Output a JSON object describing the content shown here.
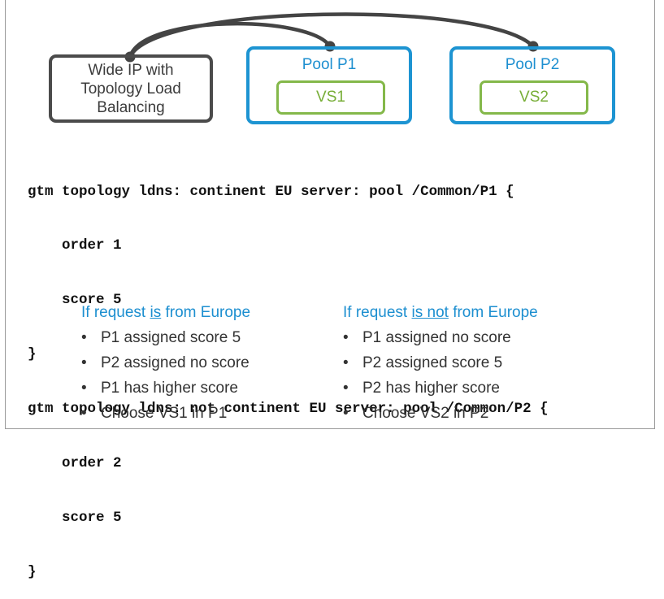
{
  "wide_ip": {
    "lines": [
      "Wide IP with",
      "Topology Load",
      "Balancing"
    ]
  },
  "pools": [
    {
      "title": "Pool P1",
      "vs": "VS1"
    },
    {
      "title": "Pool P2",
      "vs": "VS2"
    }
  ],
  "code_lines": [
    "gtm topology ldns: continent EU server: pool /Common/P1 {",
    "    order 1",
    "    score 5",
    "}",
    "gtm topology ldns: not continent EU server: pool /Common/P2 {",
    "    order 2",
    "    score 5",
    "}"
  ],
  "left_column": {
    "title_before": "If request ",
    "title_emph": "is",
    "title_after": " from Europe",
    "items": [
      "P1 assigned score 5",
      "P2 assigned no score",
      "P1 has higher score",
      "Choose VS1 in P1"
    ]
  },
  "right_column": {
    "title_before": "If request ",
    "title_emph": "is not",
    "title_after": " from Europe",
    "items": [
      "P1 assigned no score",
      "P2 assigned score 5",
      "P2 has higher score",
      "Choose VS2 in P2"
    ]
  },
  "bullet_glyph": "•",
  "colors": {
    "pool_border": "#1d94d2",
    "vs_border": "#84b84a",
    "wide_ip_border": "#4b4b4b",
    "connector": "#444444",
    "heading_blue": "#1d8fd0"
  }
}
